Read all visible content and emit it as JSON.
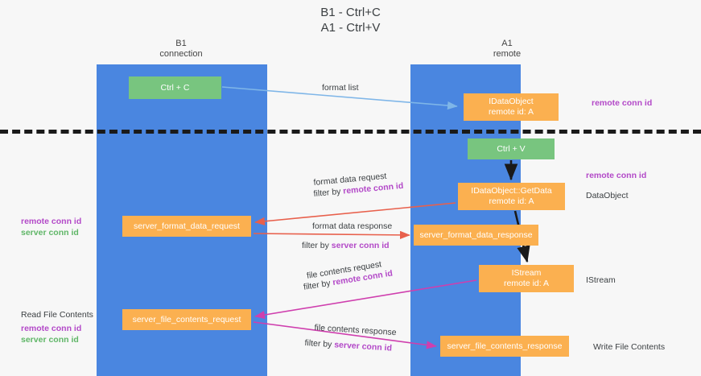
{
  "diagram": {
    "title_line1": "B1 - Ctrl+C",
    "title_line2": "A1 - Ctrl+V",
    "columns": [
      {
        "name": "B1",
        "sub": "connection"
      },
      {
        "name": "A1",
        "sub": "remote"
      }
    ],
    "colors": {
      "lane": "#4a86e0",
      "node_orange": "#fbb050",
      "node_green": "#78c57f",
      "purple_text": "#b349c8",
      "green_text": "#5fb667",
      "divider": "#1a1a1a",
      "arrow_blue": "#7fb6e8",
      "arrow_red": "#e8604c",
      "arrow_magenta": "#cf3fae",
      "arrow_black": "#1a1a1a",
      "background": "#f7f7f7"
    },
    "nodes": [
      {
        "id": "ctrl_c",
        "line1": "Ctrl + C",
        "line2": "",
        "color": "green"
      },
      {
        "id": "idataobject",
        "line1": "IDataObject",
        "line2": "remote id: A",
        "color": "orange"
      },
      {
        "id": "ctrl_v",
        "line1": "Ctrl + V",
        "line2": "",
        "color": "green"
      },
      {
        "id": "getdata",
        "line1": "IDataObject::GetData",
        "line2": "remote id: A",
        "color": "orange"
      },
      {
        "id": "server_format_data_request",
        "line1": "server_format_data_request",
        "line2": "",
        "color": "orange"
      },
      {
        "id": "server_format_data_response",
        "line1": "server_format_data_response",
        "line2": "",
        "color": "orange"
      },
      {
        "id": "istream",
        "line1": "IStream",
        "line2": "remote id: A",
        "color": "orange"
      },
      {
        "id": "server_file_contents_request",
        "line1": "server_file_contents_request",
        "line2": "",
        "color": "orange"
      },
      {
        "id": "server_file_contents_response",
        "line1": "server_file_contents_response",
        "line2": "",
        "color": "orange"
      }
    ],
    "edge_labels": {
      "format_list": "format list",
      "format_data_request": "format data request",
      "format_data_request_filter_prefix": "filter by ",
      "format_data_request_filter_key": "remote conn id",
      "format_data_response": "format data response",
      "format_data_response_filter_prefix": "filter by ",
      "format_data_response_filter_key": "server conn id",
      "file_contents_request": "file contents request",
      "file_contents_request_filter_prefix": "filter by ",
      "file_contents_request_filter_key": "remote conn id",
      "file_contents_response": "file contents response",
      "file_contents_response_filter_prefix": "filter by ",
      "file_contents_response_filter_key": "server conn id"
    },
    "right_annotations": [
      {
        "id": "remote_conn_id_top",
        "text": "remote conn id",
        "style": "purple"
      },
      {
        "id": "remote_conn_id_mid",
        "text": "remote conn id",
        "style": "purple"
      },
      {
        "id": "dataobject",
        "text": "DataObject",
        "style": "plain"
      },
      {
        "id": "istream",
        "text": "IStream",
        "style": "plain"
      },
      {
        "id": "write_file_contents",
        "text": "Write File Contents",
        "style": "plain"
      }
    ],
    "left_annotations": [
      {
        "id": "remote_conn_id_left_mid",
        "text": "remote conn id",
        "style": "purple"
      },
      {
        "id": "server_conn_id_left_mid",
        "text": "server conn id",
        "style": "green"
      },
      {
        "id": "read_file_contents",
        "text": "Read File Contents",
        "style": "plain"
      },
      {
        "id": "remote_conn_id_left_low",
        "text": "remote conn id",
        "style": "purple"
      },
      {
        "id": "server_conn_id_left_low",
        "text": "server conn id",
        "style": "green"
      }
    ]
  }
}
